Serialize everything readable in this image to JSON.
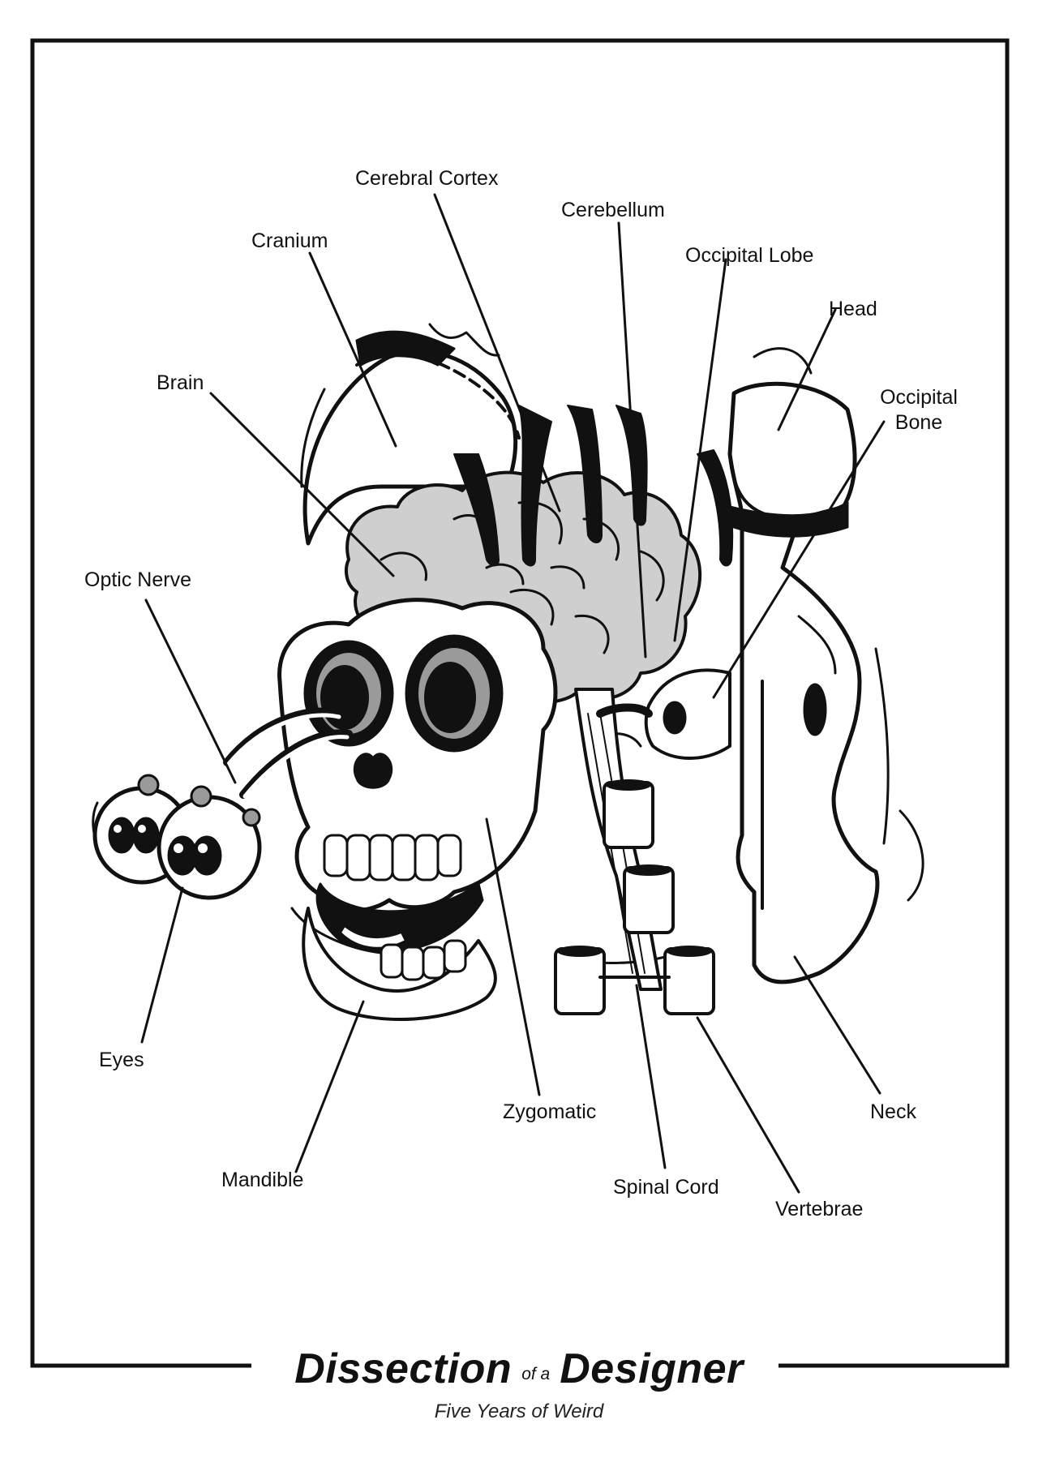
{
  "labels": {
    "cerebral_cortex": "Cerebral Cortex",
    "cerebellum": "Cerebellum",
    "cranium": "Cranium",
    "occipital_lobe": "Occipital Lobe",
    "head": "Head",
    "brain": "Brain",
    "occipital_bone_line1": "Occipital",
    "occipital_bone_line2": "Bone",
    "optic_nerve": "Optic Nerve",
    "eyes": "Eyes",
    "zygomatic": "Zygomatic",
    "neck": "Neck",
    "mandible": "Mandible",
    "spinal_cord": "Spinal Cord",
    "vertebrae": "Vertebrae"
  },
  "title": {
    "part1": "Dissection",
    "connector": "of a",
    "part2": "Designer",
    "subtitle": "Five Years of Weird"
  },
  "colors": {
    "ink": "#111111",
    "brain_fill": "#cfcfcf",
    "bone_fill": "#ffffff",
    "shade": "#9a9a9a"
  }
}
